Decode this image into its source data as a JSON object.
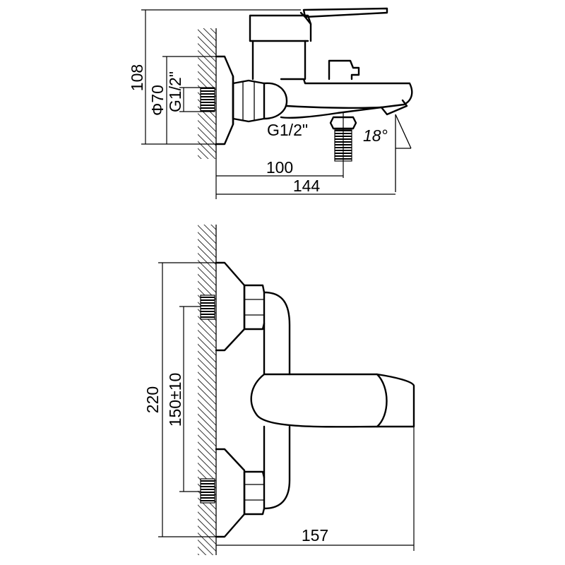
{
  "side_view": {
    "dim_height": "108",
    "dim_wall_diameter": "Φ70",
    "dim_wall_thread": "G1/2\"",
    "dim_outlet_thread": "G1/2\"",
    "dim_spout_angle": "18°",
    "dim_projection_inner": "100",
    "dim_projection_outer": "144"
  },
  "front_view": {
    "dim_total_height": "220",
    "dim_center_distance": "150±10",
    "dim_projection": "157"
  },
  "colors": {
    "line": "#000000",
    "background": "#ffffff"
  }
}
